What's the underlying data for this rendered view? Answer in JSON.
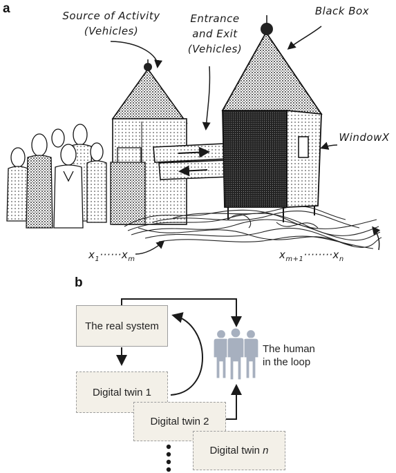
{
  "panel_a": {
    "label": "a",
    "captions": {
      "source": [
        "Source of Activity",
        "(Vehicles)"
      ],
      "entrance": [
        "Entrance",
        "and Exit",
        "(Vehicles)"
      ],
      "blackbox": "Black Box",
      "window": "WindowX",
      "x_left": "x",
      "x_left_sub1": "1",
      "x_left_dots": "······",
      "x_left_sub2": "m",
      "x_right": "x",
      "x_right_sub1": "m+1",
      "x_right_dots": "········",
      "x_right_sub2": "n"
    }
  },
  "panel_b": {
    "label": "b",
    "real_system": "The real system",
    "twin1": "Digital twin 1",
    "twin2": "Digital twin 2",
    "twin_n_prefix": "Digital twin ",
    "twin_n_var": "n",
    "human_line1": "The human",
    "human_line2": "in the loop"
  },
  "colors": {
    "box_fill": "#f3f0e8",
    "box_border": "#9c9c9c",
    "human_icon": "#a7b0bf",
    "ink": "#1a1a1a"
  }
}
